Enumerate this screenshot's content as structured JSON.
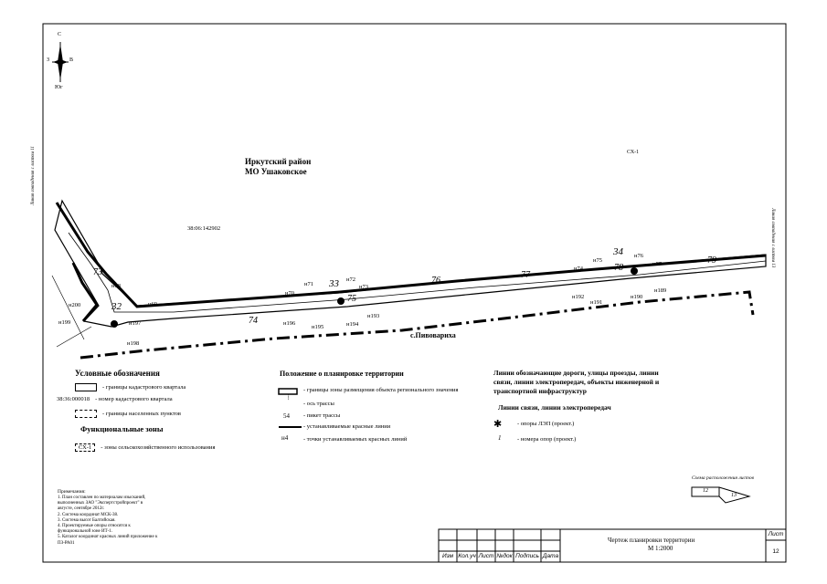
{
  "compass": {
    "n": "С",
    "s": "Юг",
    "w": "З",
    "e": "В"
  },
  "region": {
    "line1": "Иркутский район",
    "line2": "МО Ушаковское"
  },
  "cadastral_code": "38:06:142902",
  "zone_code": "СХ-1",
  "settlement": "с.Пивовариха",
  "side_note_left": "Линия совпадения с листом 11",
  "side_note_right": "Линия совпадения с листом 13",
  "line_title": "Линии обозначающие дороги, улицы проезды, линии связи, линии электропередач, объекты инженерной и транспортной инфраструктур",
  "line_subtitle": "Линии связи, линии электропередач",
  "upper_labels": [
    "н68",
    "н69",
    "н70",
    "н71",
    "н72",
    "н73",
    "н74",
    "н75",
    "н76",
    "н77"
  ],
  "lower_labels": [
    "н200",
    "н199",
    "н198",
    "н197",
    "н196",
    "н195",
    "н194",
    "н193",
    "н192",
    "н191",
    "н190",
    "н189"
  ],
  "pickets": [
    "73",
    "74",
    "75",
    "76",
    "77",
    "78",
    "79"
  ],
  "poles": [
    "32",
    "33",
    "34"
  ],
  "legend": {
    "title": "Условные обозначения",
    "items": [
      {
        "sym": "rect",
        "label": "- границы кадастрового квартала"
      },
      {
        "sym": "code",
        "code": "38:36:000018",
        "label": "- номер кадастрового квартала"
      },
      {
        "sym": "dash",
        "label": "- границы населенных пунктов"
      }
    ],
    "zones_title": "Функциональные зоны",
    "zone_item": {
      "code": "СХ-1",
      "label": "- зоны сельскохозяйственного использования"
    }
  },
  "planning": {
    "title": "Положение о планировке территории",
    "items": [
      {
        "sym": "rect",
        "label": "- границы зоны размещения объекта регионального значения"
      },
      {
        "sym": "axis",
        "label": "- ось трассы"
      },
      {
        "sym": "num",
        "num": "54",
        "label": "- пикет трассы"
      },
      {
        "sym": "line",
        "label": "- устанавливаемые красные линии"
      },
      {
        "sym": "pt",
        "num": "н4",
        "label": "- точки устанавливаемых красных линий"
      }
    ]
  },
  "right_legend": [
    {
      "sym": "pole",
      "label": "- опоры ЛЭП (проект.)"
    },
    {
      "sym": "polenum",
      "num": "1",
      "label": "- номера опор (проект.)"
    }
  ],
  "notes": {
    "title": "Примечания:",
    "lines": [
      "1. План составлен по материалам изысканий,",
      "выполненных ЗАО \"Экспертстройпроект\" в",
      "августе, сентябре 2012г.",
      "2. Система координат МСК-38.",
      "3. Система высот Балтийская.",
      "4. Проектируемые опоры относятся к",
      "функциональной зоне ИТ-1.",
      "5. Каталог координат красных линий приложение к",
      "ПЗ-РА01"
    ]
  },
  "sheet_scheme": {
    "title": "Схема расположения листов",
    "current": "12",
    "next": "13"
  },
  "title_block": {
    "columns": [
      "Изм",
      "Кол.уч",
      "Лист",
      "№док",
      "Подпись",
      "Дата"
    ],
    "drawing_title": "Чертеж планировки территории",
    "scale": "М 1:2000",
    "sheet_label": "Лист",
    "sheet_number": "12"
  }
}
